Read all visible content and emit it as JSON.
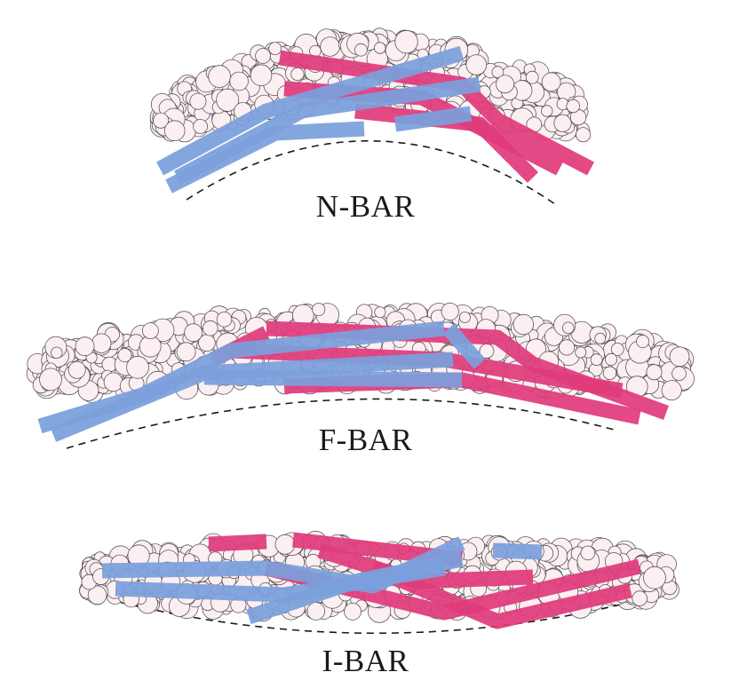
{
  "colors": {
    "monomer_a": "#7b9fdb",
    "monomer_b": "#e03b7c",
    "surface_fill": "#fbeff2",
    "surface_stroke": "#2a2a2a",
    "curvature_line": "#1a1a1a",
    "background": "#ffffff"
  },
  "panels": [
    {
      "id": "n-bar",
      "label": "N-BAR"
    },
    {
      "id": "f-bar",
      "label": "F-BAR"
    },
    {
      "id": "i-bar",
      "label": "I-BAR"
    }
  ]
}
